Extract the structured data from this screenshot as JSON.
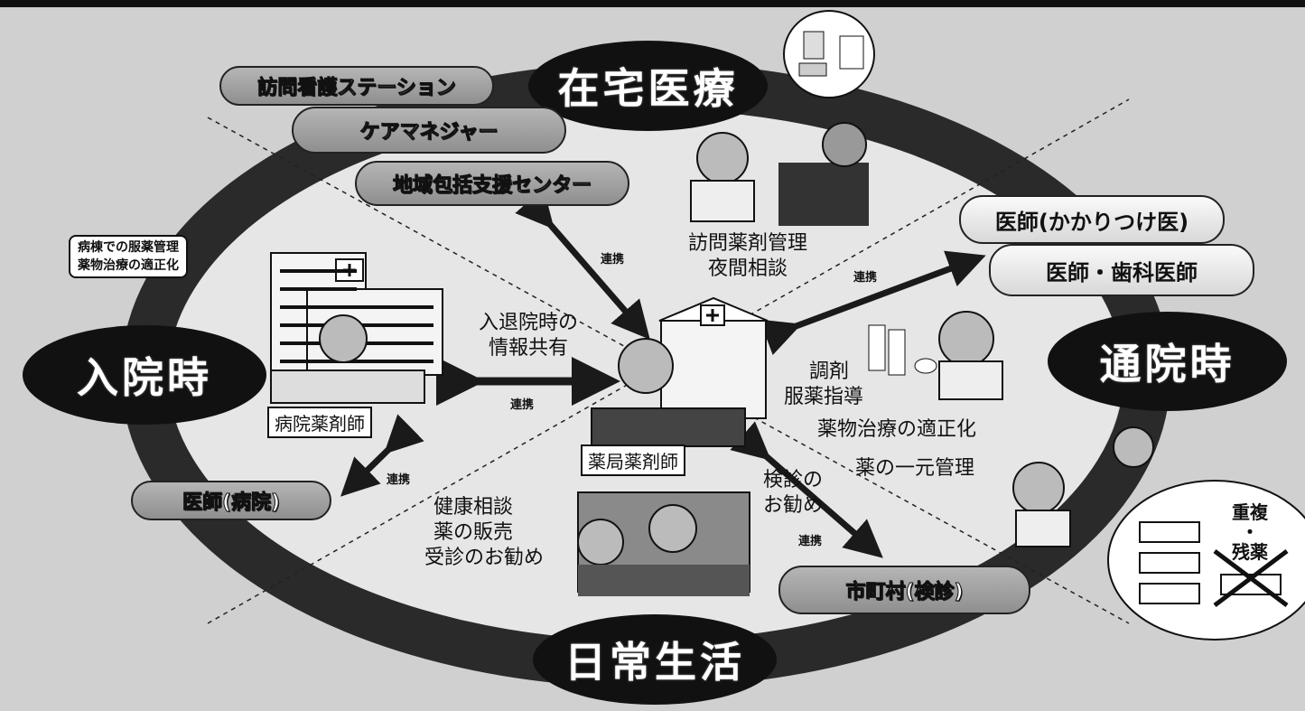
{
  "phases": {
    "home_care": "在宅医療",
    "admission": "入院時",
    "outpatient": "通院時",
    "daily_life": "日常生活"
  },
  "home_partners": [
    "訪問看護ステーション",
    "ケアマネジャー",
    "地域包括支援センター"
  ],
  "doctors": {
    "family": "医師(かかりつけ医)",
    "dental": "医師・歯科医師",
    "hospital": "医師(病院)",
    "municipality": "市町村(検診)"
  },
  "hospital": {
    "note_line1": "病棟での服薬管理",
    "note_line2": "薬物治療の適正化",
    "label": "病院薬剤師"
  },
  "pharmacy": {
    "label": "薬局薬剤師"
  },
  "texts": {
    "home_visit_1": "訪問薬剤管理",
    "home_visit_2": "夜間相談",
    "admission_1": "入退院時の",
    "admission_2": "情報共有",
    "dispense_1": "調剤",
    "dispense_2": "服薬指導",
    "optimize": "薬物治療の適正化",
    "unified": "薬の一元管理",
    "screening_1": "検診の",
    "screening_2": "お勧め",
    "health_1": "健康相談",
    "health_2": "薬の販売",
    "health_3": "受診のお勧め",
    "duplicate_1": "重複",
    "duplicate_dot": "・",
    "duplicate_2": "残薬"
  },
  "link_label": "連携"
}
